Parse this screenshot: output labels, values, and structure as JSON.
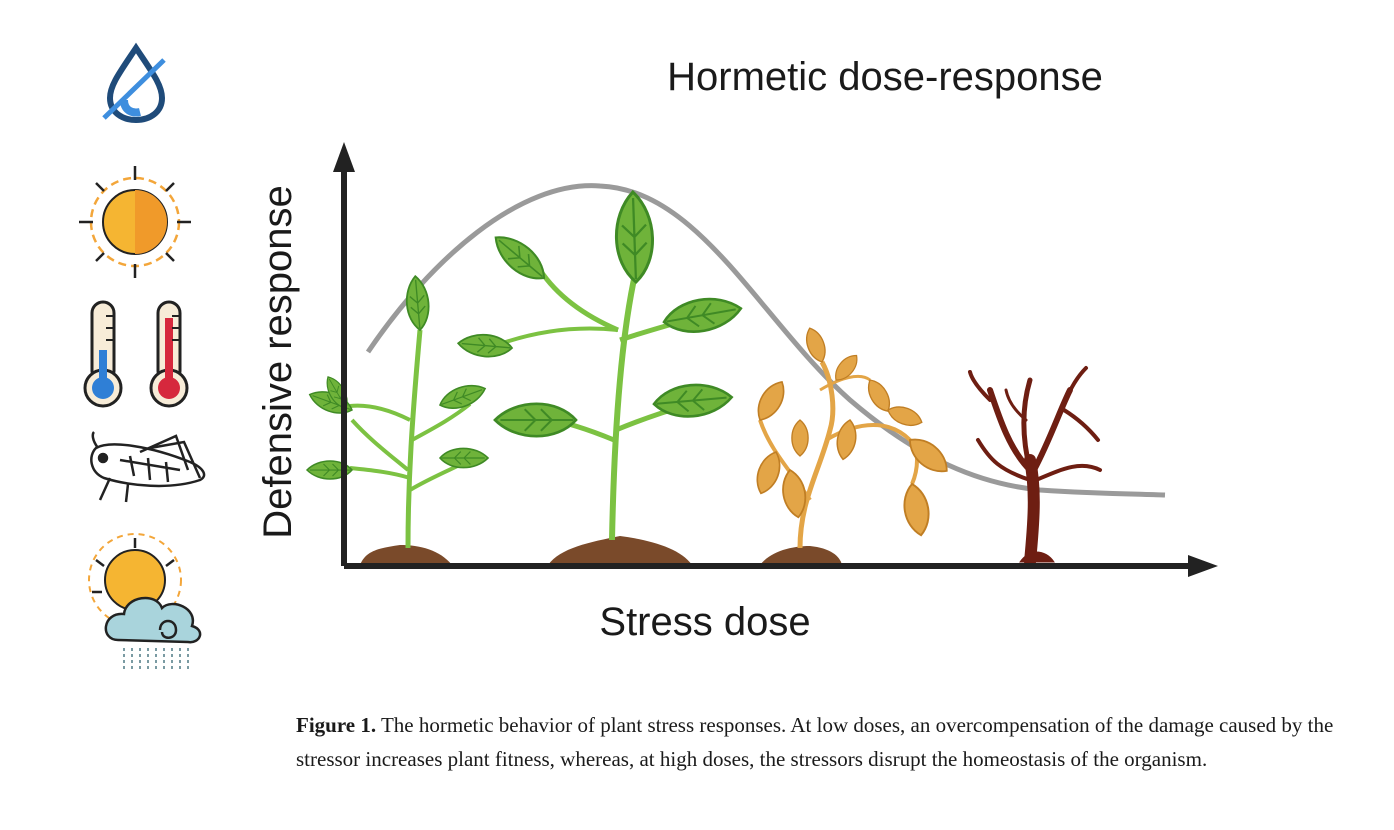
{
  "figure": {
    "title": "Hormetic dose-response",
    "ylabel": "Defensive response",
    "xlabel": "Stress dose",
    "icons": [
      "no-water-drop-icon",
      "sun-icon",
      "cold-thermometer-icon",
      "hot-thermometer-icon",
      "grasshopper-icon",
      "storm-cloud-icon"
    ],
    "plants": [
      "small-healthy-plant",
      "large-healthy-plant",
      "wilting-plant",
      "dead-plant"
    ],
    "colors": {
      "curve": "#9a9a9a",
      "leaf": "#6fb33a",
      "leaf_dark": "#3f8a25",
      "wilt": "#e3a547",
      "dead": "#6e1e12",
      "soil": "#7a4a2a"
    }
  },
  "caption": {
    "label": "Figure 1.",
    "text": " The hormetic behavior of plant stress responses. At low doses, an overcompensation of the damage caused by the stressor increases plant fitness, whereas, at high doses, the stressors disrupt the homeostasis of the organism."
  }
}
